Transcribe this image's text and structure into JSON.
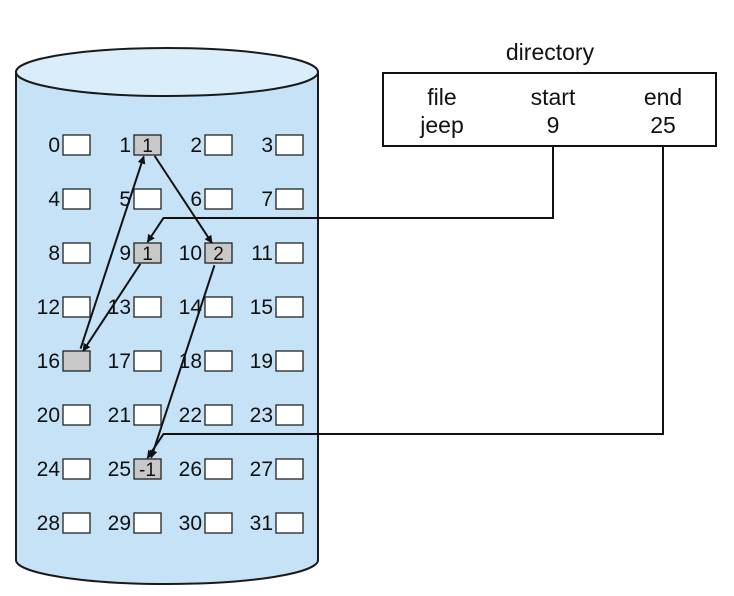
{
  "colors": {
    "disk_fill": "#c5e2f6",
    "disk_top": "#d9eefa",
    "disk_stroke": "#1a1a1a",
    "empty_block": "#ffffff",
    "used_block": "#c8c8c8",
    "arrow": "#111111",
    "directory_border": "#111111"
  },
  "directory": {
    "title": "directory",
    "headers": {
      "file": "file",
      "start": "start",
      "end": "end"
    },
    "row": {
      "file": "jeep",
      "start": "9",
      "end": "25"
    }
  },
  "blocks": [
    {
      "num": "0",
      "content": "",
      "used": false
    },
    {
      "num": "1",
      "content": "1",
      "used": true
    },
    {
      "num": "2",
      "content": "",
      "used": false
    },
    {
      "num": "3",
      "content": "",
      "used": false
    },
    {
      "num": "4",
      "content": "",
      "used": false
    },
    {
      "num": "5",
      "content": "",
      "used": false
    },
    {
      "num": "6",
      "content": "",
      "used": false
    },
    {
      "num": "7",
      "content": "",
      "used": false
    },
    {
      "num": "8",
      "content": "",
      "used": false
    },
    {
      "num": "9",
      "content": "1",
      "used": true
    },
    {
      "num": "10",
      "content": "2",
      "used": true
    },
    {
      "num": "11",
      "content": "",
      "used": false
    },
    {
      "num": "12",
      "content": "",
      "used": false
    },
    {
      "num": "13",
      "content": "",
      "used": false
    },
    {
      "num": "14",
      "content": "",
      "used": false
    },
    {
      "num": "15",
      "content": "",
      "used": false
    },
    {
      "num": "16",
      "content": "",
      "used": true
    },
    {
      "num": "17",
      "content": "",
      "used": false
    },
    {
      "num": "18",
      "content": "",
      "used": false
    },
    {
      "num": "19",
      "content": "",
      "used": false
    },
    {
      "num": "20",
      "content": "",
      "used": false
    },
    {
      "num": "21",
      "content": "",
      "used": false
    },
    {
      "num": "22",
      "content": "",
      "used": false
    },
    {
      "num": "23",
      "content": "",
      "used": false
    },
    {
      "num": "24",
      "content": "",
      "used": false
    },
    {
      "num": "25",
      "content": "-1",
      "used": true
    },
    {
      "num": "26",
      "content": "",
      "used": false
    },
    {
      "num": "27",
      "content": "",
      "used": false
    },
    {
      "num": "28",
      "content": "",
      "used": false
    },
    {
      "num": "29",
      "content": "",
      "used": false
    },
    {
      "num": "30",
      "content": "",
      "used": false
    },
    {
      "num": "31",
      "content": "",
      "used": false
    }
  ],
  "chain": [
    "9",
    "16",
    "1",
    "10",
    "25"
  ]
}
